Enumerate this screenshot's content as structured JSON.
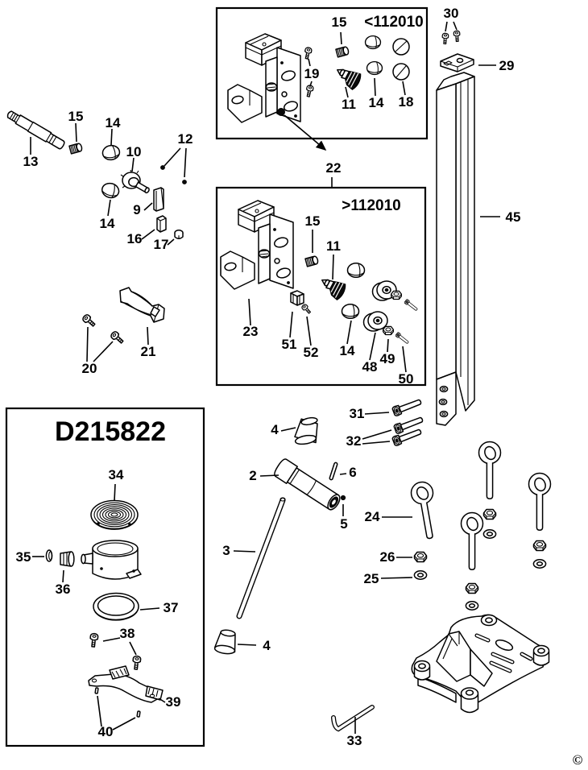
{
  "diagram": {
    "kit_label": "D215822",
    "copyright_symbol": "©",
    "boxes": {
      "upper_serial_note": "<112010",
      "lower_serial_note": ">112010"
    },
    "callouts": {
      "2": "2",
      "3": "3",
      "4": "4",
      "5": "5",
      "6": "6",
      "9": "9",
      "10": "10",
      "11": "11",
      "12": "12",
      "13": "13",
      "14": "14",
      "15": "15",
      "16": "16",
      "17": "17",
      "18": "18",
      "19": "19",
      "20": "20",
      "21": "21",
      "22": "22",
      "23": "23",
      "24": "24",
      "25": "25",
      "26": "26",
      "29": "29",
      "30": "30",
      "31": "31",
      "32": "32",
      "33": "33",
      "34": "34",
      "35": "35",
      "36": "36",
      "37": "37",
      "38": "38",
      "39": "39",
      "40": "40",
      "45": "45",
      "48": "48",
      "49": "49",
      "50": "50",
      "51": "51",
      "52": "52"
    }
  }
}
